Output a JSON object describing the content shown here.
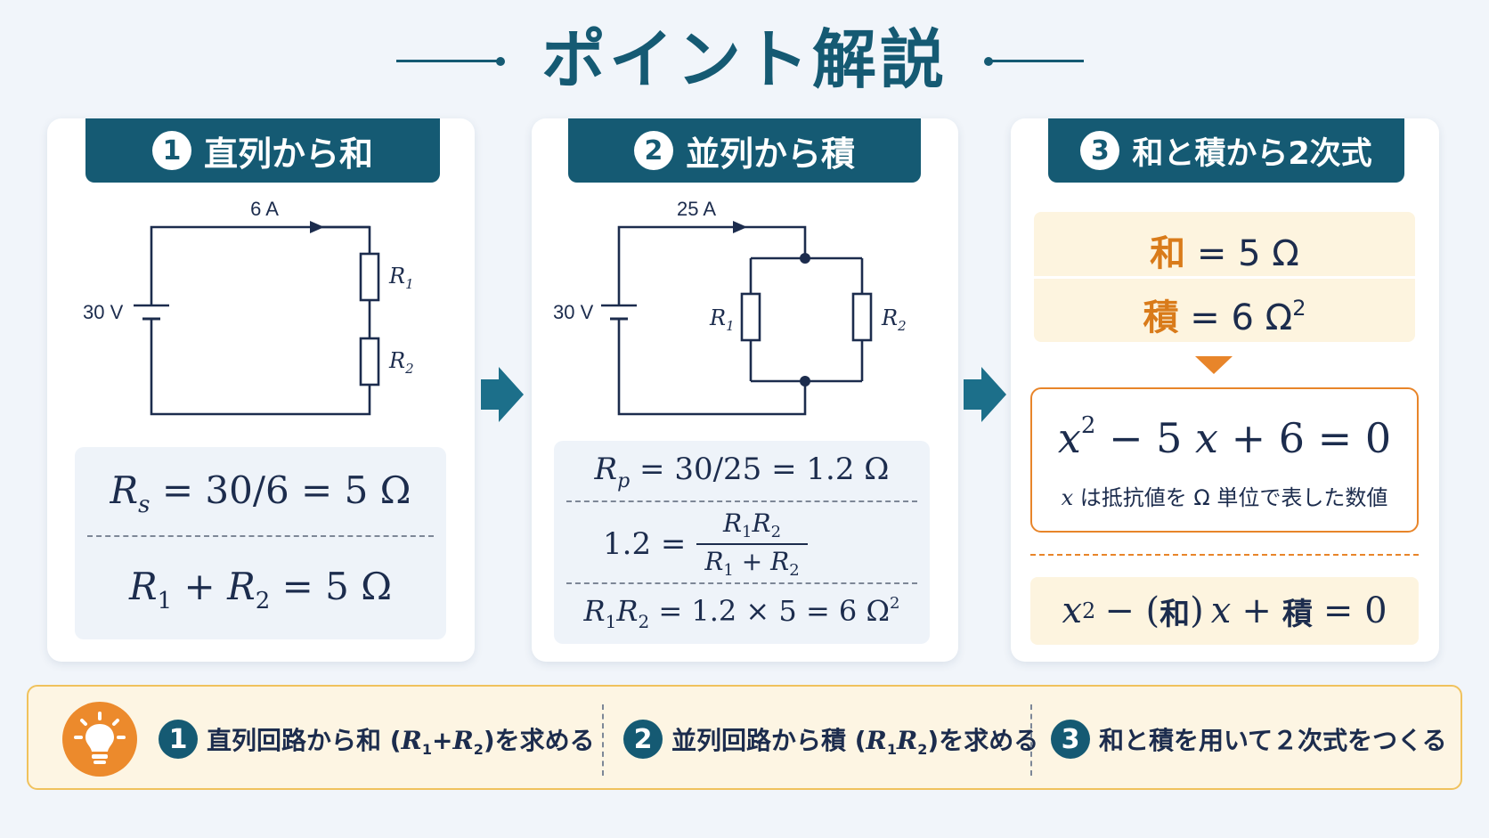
{
  "title": "ポイント解説",
  "colors": {
    "teal": "#155a73",
    "navy": "#1c2c4d",
    "orange": "#e8852a",
    "cream": "#fdf4df",
    "card": "#ffffff",
    "bg": "#f1f5fa"
  },
  "cards": [
    {
      "num": "1",
      "header": "直列から和",
      "circuit": {
        "current": "6 A",
        "voltage": "30 V",
        "r1": "R",
        "r1_sub": "1",
        "r2": "R",
        "r2_sub": "2"
      },
      "eq1": {
        "sym": "R",
        "sub": "s",
        "rest": "= 30/6 = 5 Ω"
      },
      "eq2": {
        "a": "R",
        "a_sub": "1",
        "plus": "+",
        "b": "R",
        "b_sub": "2",
        "rest": "= 5 Ω"
      }
    },
    {
      "num": "2",
      "header": "並列から積",
      "circuit": {
        "current": "25 A",
        "voltage": "30 V",
        "r1": "R",
        "r1_sub": "1",
        "r2": "R",
        "r2_sub": "2"
      },
      "eq1": {
        "sym": "R",
        "sub": "p",
        "rest": "= 30/25 = 1.2 Ω"
      },
      "eq2": {
        "lhs": "1.2 =",
        "num_a": "R",
        "num_a_sub": "1",
        "num_b": "R",
        "num_b_sub": "2",
        "den_a": "R",
        "den_a_sub": "1",
        "den_plus": "+",
        "den_b": "R",
        "den_b_sub": "2"
      },
      "eq3": {
        "a": "R",
        "a_sub": "1",
        "b": "R",
        "b_sub": "2",
        "rest": "= 1.2 × 5 = 6 Ω",
        "sup": "2"
      }
    },
    {
      "num": "3",
      "header": "和と積から2次式",
      "sum": {
        "kanji": "和",
        "rest": "= 5 Ω"
      },
      "product": {
        "kanji": "積",
        "rest": "= 6 Ω",
        "sup": "2"
      },
      "equation": {
        "x": "x",
        "sup": "2",
        "rest1": "− 5",
        "x2": "x",
        "rest2": "+ 6 = 0"
      },
      "note": {
        "x": "x",
        "text": "は抵抗値を Ω 単位で表した数値"
      },
      "general": {
        "x": "x",
        "sup": "2",
        "minus": "− (",
        "kanji1": "和",
        "close": ")",
        "x2": "x",
        "plus": "+",
        "kanji2": "積",
        "eq": "= 0"
      }
    }
  ],
  "summary": {
    "steps": [
      {
        "num": "1",
        "before": "直列回路から和 (",
        "a": "R",
        "a_sub": "1",
        "mid": "+",
        "b": "R",
        "b_sub": "2",
        "after": ")を求める"
      },
      {
        "num": "2",
        "before": "並列回路から積 (",
        "a": "R",
        "a_sub": "1",
        "mid": "",
        "b": "R",
        "b_sub": "2",
        "after": ")を求める"
      },
      {
        "num": "3",
        "text": "和と積を用いて２次式をつくる"
      }
    ]
  }
}
